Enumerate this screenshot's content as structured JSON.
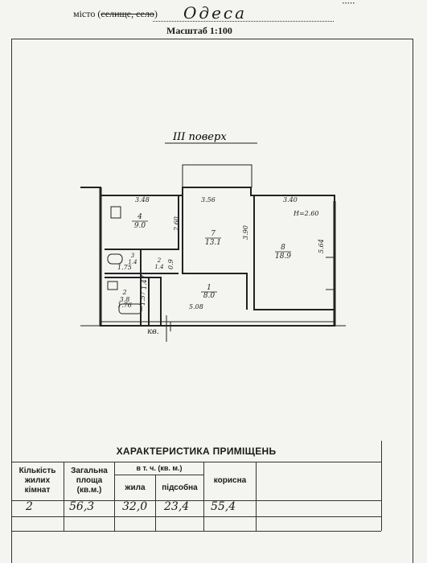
{
  "header": {
    "city_label_prefix": "місто (",
    "city_label_struck": "селище, село",
    "city_label_suffix": ")",
    "city_value": "Одеса",
    "scale": "Масштаб   1:100"
  },
  "plan": {
    "floor_label": "III поверх",
    "height_label": "H=2.60",
    "entrance_label": "кв.",
    "rooms": [
      {
        "number": "4",
        "area": "9.0"
      },
      {
        "number": "7",
        "area": "13.1"
      },
      {
        "number": "8",
        "area": "18.9"
      },
      {
        "number": "3",
        "area": "1.4"
      },
      {
        "number": "2",
        "area": "1.4"
      },
      {
        "number": "2",
        "area": "3.8"
      },
      {
        "number": "1",
        "area": "8.0"
      }
    ],
    "dimensions": [
      "3.48",
      "3.56",
      "3.40",
      "2.60",
      "3.90",
      "5.64",
      "1.75",
      "1.76",
      "5.08",
      "1.57",
      "1.47",
      "0.9"
    ]
  },
  "table": {
    "title": "ХАРАКТЕРИСТИКА ПРИМІЩЕНЬ",
    "col_rooms": "Кількість жилих кімнат",
    "col_total": "Загальна площа (кв.м.)",
    "col_incl": "в т. ч. (кв. м.)",
    "col_living": "жилa",
    "col_aux": "підсобна",
    "col_useful": "корисна",
    "values": {
      "rooms": "2",
      "total": "56,3",
      "living": "32,0",
      "aux": "23,4",
      "useful": "55,4"
    }
  }
}
